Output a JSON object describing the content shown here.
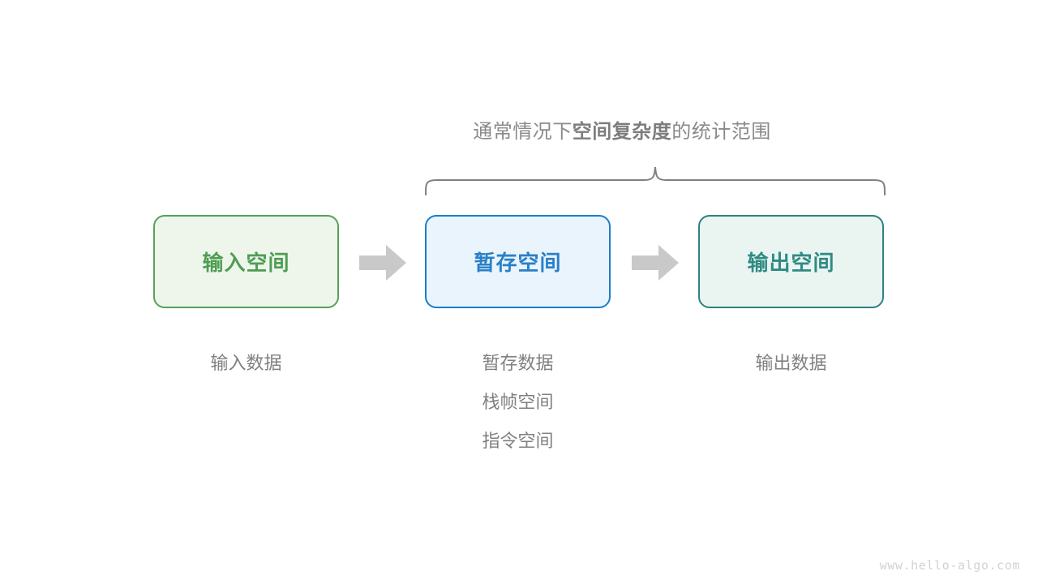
{
  "diagram": {
    "caption": {
      "prefix": "通常情况下",
      "emphasis": "空间复杂度",
      "suffix": "的统计范围"
    },
    "brace": {
      "name": "curly-brace",
      "color": "#808080",
      "spans": [
        "暂存空间",
        "输出空间"
      ]
    },
    "stages": [
      {
        "id": "input",
        "title": "输入空间",
        "title_color": "#4f9d53",
        "fill_color": "#eef6ec",
        "border_color": "#57a05b",
        "notes": [
          "输入数据"
        ]
      },
      {
        "id": "buffer",
        "title": "暂存空间",
        "title_color": "#2980c8",
        "fill_color": "#eaf4fc",
        "border_color": "#1a7ec9",
        "notes": [
          "暂存数据",
          "栈帧空间",
          "指令空间"
        ]
      },
      {
        "id": "output",
        "title": "输出空间",
        "title_color": "#2f8b84",
        "fill_color": "#eaf5f1",
        "border_color": "#2f8080",
        "notes": [
          "输出数据"
        ]
      }
    ],
    "arrows": [
      {
        "id": "arrow-1",
        "from": "input",
        "to": "buffer",
        "color": "#c9c9c9"
      },
      {
        "id": "arrow-2",
        "from": "buffer",
        "to": "output",
        "color": "#c9c9c9"
      }
    ],
    "note_color": "#808080",
    "watermark": "www.hello-algo.com"
  }
}
